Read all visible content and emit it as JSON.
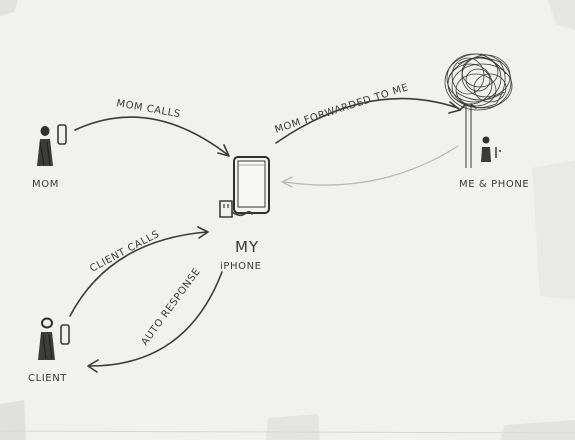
{
  "diagram": {
    "nodes": {
      "mom": {
        "label": "MOM"
      },
      "my_iphone": {
        "label_line1": "MY",
        "label_line2": "iPHONE"
      },
      "me_phone": {
        "label": "ME & PHONE"
      },
      "client": {
        "label": "CLIENT"
      }
    },
    "edges": {
      "mom_calls": {
        "label": "MOM CALLS"
      },
      "mom_forwarded": {
        "label": "MOM FORWARDED TO ME"
      },
      "client_calls": {
        "label": "CLIENT CALLS"
      },
      "auto_response": {
        "label": "AUTO RESPONSE"
      }
    }
  }
}
